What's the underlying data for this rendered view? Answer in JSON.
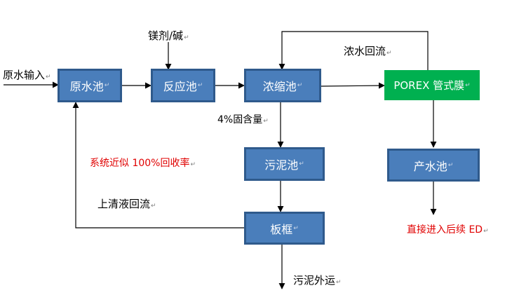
{
  "nodes": {
    "raw_pool": "原水池",
    "reaction_pool": "反应池",
    "concentrate_pool": "浓缩池",
    "porex": "POREX 管式膜",
    "sludge_pool": "污泥池",
    "product_pool": "产水池",
    "filter_press": "板框"
  },
  "labels": {
    "raw_input": "原水输入",
    "mg_alkali": "镁剂/碱",
    "concentrate_return": "浓水回流",
    "solids": "4%固含量",
    "recovery": "系统近似 100%回收率",
    "supernatant_return": "上清液回流",
    "direct_ed": "直接进入后续 ED",
    "sludge_out": "污泥外运"
  },
  "colors": {
    "box_fill": "#4a7ebb",
    "box_border": "#2f5a8c",
    "membrane_fill": "#00b050",
    "note_red": "#e00000"
  },
  "paragraph_mark": "↵"
}
